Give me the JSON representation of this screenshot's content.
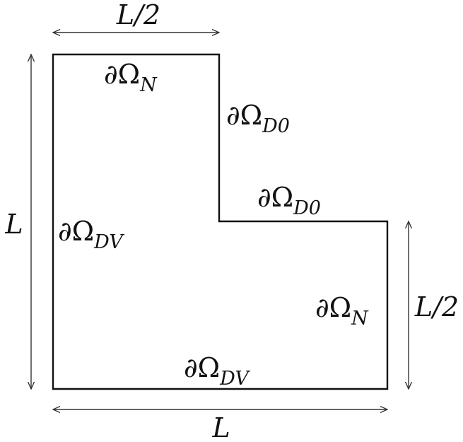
{
  "diagram": {
    "boundary_symbol": "∂Ω",
    "labels": {
      "top_edge": {
        "sub": "N"
      },
      "inner_vertical_edge": {
        "sub": "D0"
      },
      "inner_horizontal_edge": {
        "sub": "D0"
      },
      "left_edge": {
        "sub": "DV"
      },
      "right_edge": {
        "sub": "N"
      },
      "bottom_edge": {
        "sub": "DV"
      }
    },
    "dimensions": {
      "top_width": "L/2",
      "left_height": "L",
      "right_height": "L/2",
      "bottom_width": "L"
    },
    "colors": {
      "line": "#111111",
      "arrow": "#333333",
      "background": "#ffffff"
    }
  }
}
